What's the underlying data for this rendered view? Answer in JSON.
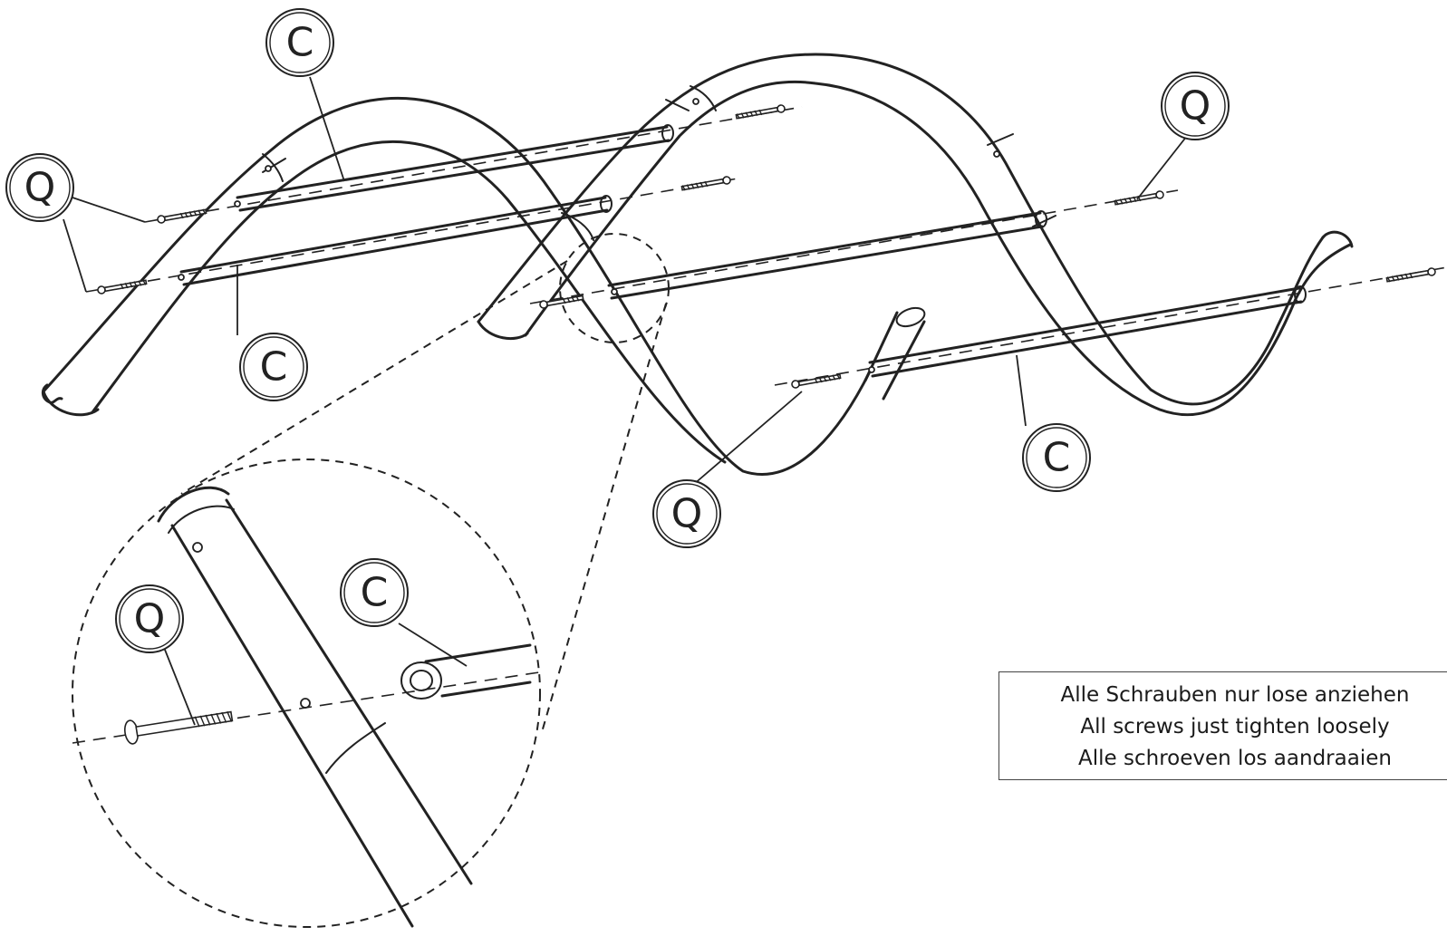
{
  "callouts": {
    "c_top_left": "C",
    "c_mid_left": "C",
    "c_right": "C",
    "c_detail": "C",
    "q_left": "Q",
    "q_top_right": "Q",
    "q_bottom_center": "Q",
    "q_detail": "Q"
  },
  "note": {
    "line_de": "Alle Schrauben nur lose anziehen",
    "line_en": "All screws just tighten loosely",
    "line_nl": "Alle schroeven los aandraaien"
  },
  "icons": {
    "frame": "tube-frame-assembly",
    "screw": "screw-q",
    "crossbar": "crossbar-c",
    "magnifier": "detail-zoom-circle"
  },
  "colors": {
    "line": "#222222",
    "background": "#ffffff"
  }
}
